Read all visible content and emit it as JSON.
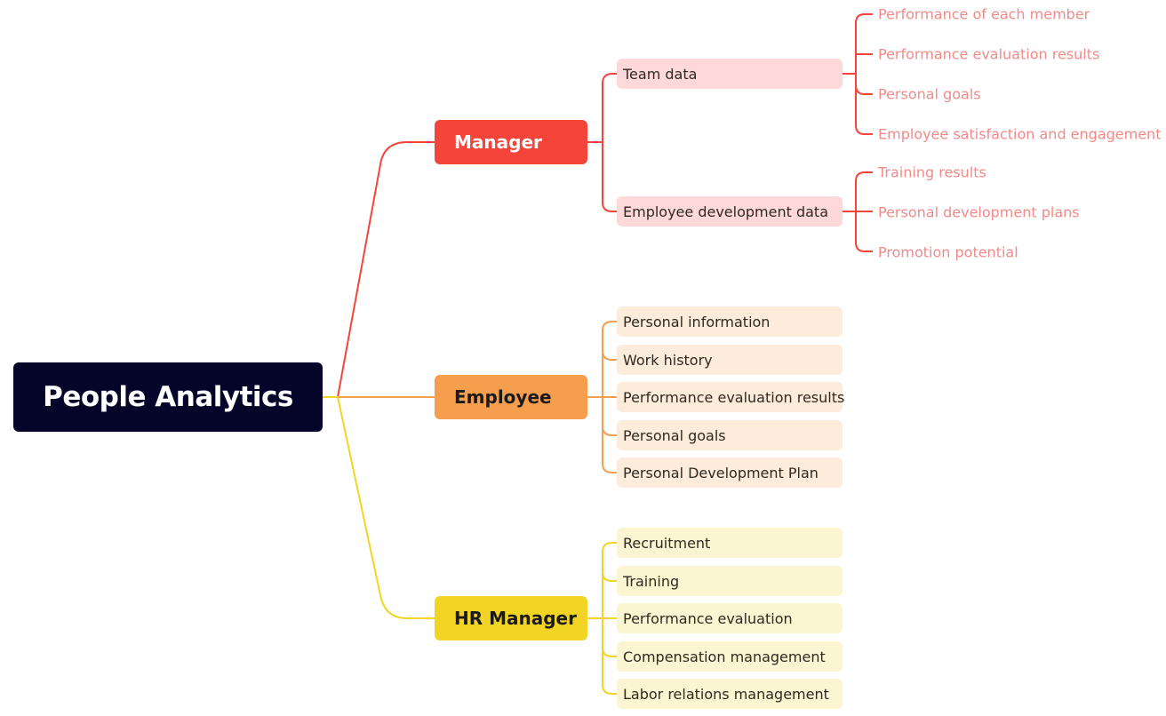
{
  "root": {
    "label": "People Analytics"
  },
  "colors": {
    "root": "#040529",
    "manager": "#f5443a",
    "employee": "#f59e4d",
    "hr": "#f2d524",
    "subtext": "#f28a8a"
  },
  "manager": {
    "label": "Manager",
    "children": [
      {
        "label": "Team data",
        "children": [
          "Performance of each member",
          "Performance evaluation results",
          "Personal goals",
          "Employee satisfaction and engagement"
        ]
      },
      {
        "label": "Employee development data",
        "children": [
          "Training results",
          "Personal development plans",
          "Promotion potential"
        ]
      }
    ]
  },
  "employee": {
    "label": "Employee",
    "children": [
      "Personal information",
      "Work history",
      "Performance evaluation results",
      "Personal goals",
      "Personal Development Plan"
    ]
  },
  "hr": {
    "label": "HR Manager",
    "children": [
      "Recruitment",
      "Training",
      "Performance evaluation",
      "Compensation management",
      "Labor relations management"
    ]
  }
}
